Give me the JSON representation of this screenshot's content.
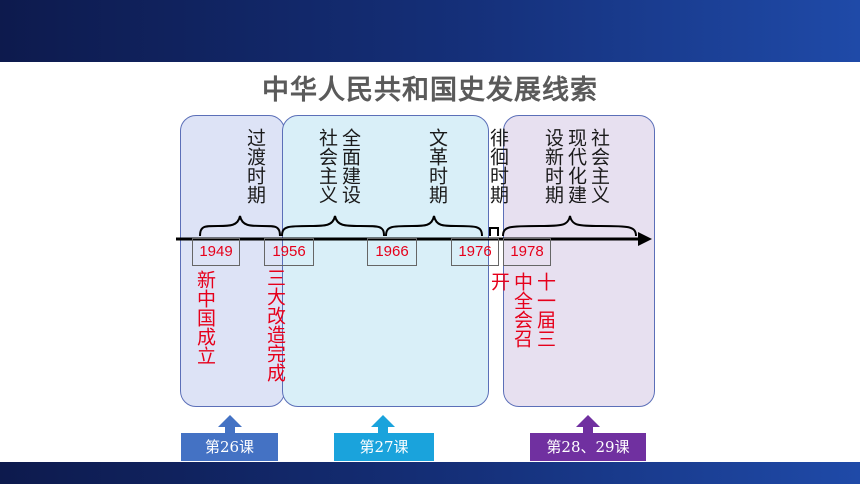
{
  "title": "中华人民共和国史发展线索",
  "periods": {
    "transition": "过渡时期",
    "full_construction": "全面建设社会主义",
    "cultural_revolution": "文革时期",
    "hesitation": "徘徊时期",
    "modernization": "社会主义现代化建设新时期"
  },
  "years": [
    "1949",
    "1956",
    "1966",
    "1976",
    "1978"
  ],
  "events": {
    "founding": "新中国成立",
    "three_reforms": "三大改造完成",
    "third_plenum": "十一届三中全会召开"
  },
  "lessons": [
    "第26课",
    "第27课",
    "第28、29课"
  ],
  "colors": {
    "lesson1": "#4472c4",
    "lesson2": "#1aa3dc",
    "lesson3": "#7030a0",
    "event_text": "#e6001b"
  }
}
